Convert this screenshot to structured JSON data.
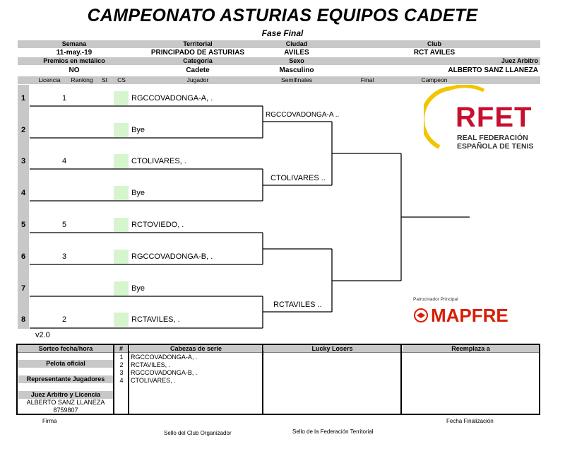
{
  "title": "CAMPEONATO ASTURIAS EQUIPOS CADETE",
  "subtitle": "Fase Final",
  "header": {
    "semana_label": "Semana",
    "semana": "11-may.-19",
    "territorial_label": "Territorial",
    "territorial": "PRINCIPADO DE ASTURIAS",
    "ciudad_label": "Ciudad",
    "ciudad": "AVILES",
    "club_label": "Club",
    "club": "RCT AVILES",
    "premios_label": "Premios en metálico",
    "premios": "NO",
    "categoria_label": "Categoría",
    "categoria": "Cadete",
    "sexo_label": "Sexo",
    "sexo": "Masculino",
    "juez_label": "Juez Arbitro",
    "juez": "ALBERTO SANZ LLANEZA"
  },
  "columns": {
    "licencia": "Licencia",
    "ranking": "Ranking",
    "st": "St",
    "cs": "CS",
    "jugador": "Jugador",
    "semifinales": "Semifinales",
    "final": "Final",
    "campeon": "Campeon"
  },
  "draw": [
    {
      "num": "1",
      "rank": "1",
      "player": "RGCCOVADONGA-A, ."
    },
    {
      "num": "2",
      "rank": "",
      "player": "Bye"
    },
    {
      "num": "3",
      "rank": "4",
      "player": "CTOLIVARES, ."
    },
    {
      "num": "4",
      "rank": "",
      "player": "Bye"
    },
    {
      "num": "5",
      "rank": "5",
      "player": "RCTOVIEDO, ."
    },
    {
      "num": "6",
      "rank": "3",
      "player": "RGCCOVADONGA-B, ."
    },
    {
      "num": "7",
      "rank": "",
      "player": "Bye"
    },
    {
      "num": "8",
      "rank": "2",
      "player": "RCTAVILES, ."
    }
  ],
  "semis": [
    "RGCCOVADONGA-A ..",
    "CTOLIVARES ..",
    "RCTAVILES .."
  ],
  "logo": {
    "rfet": "RFET",
    "rfet_line1": "REAL FEDERACIÓN",
    "rfet_line2": "ESPAÑOLA DE TENIS"
  },
  "sponsor": {
    "label": "Patrocinador Principal",
    "name": "MAPFRE"
  },
  "version": "v2.0",
  "footer": {
    "sorteo_label": "Sorteo fecha/hora",
    "pelota_label": "Pelota oficial",
    "representante_label": "Representante Jugadores",
    "juez_label": "Juez Arbitro y Licencia",
    "juez_name": "ALBERTO SANZ LLANEZA",
    "juez_licencia": "8759807",
    "hash_label": "#",
    "cabezas_label": "Cabezas  de serie",
    "cabezas": [
      {
        "n": "1",
        "name": "RGCCOVADONGA-A, ."
      },
      {
        "n": "2",
        "name": "RCTAVILES, ."
      },
      {
        "n": "3",
        "name": "RGCCOVADONGA-B, ."
      },
      {
        "n": "4",
        "name": "CTOLIVARES, ."
      }
    ],
    "lucky_label": "Lucky Losers",
    "reemplaza_label": "Reemplaza a",
    "firma": "Firma",
    "fecha_fin": "Fecha Finalización",
    "sello_club": "Sello del Club Organizador",
    "sello_fed": "Sello de la Federación Territorial"
  },
  "colors": {
    "header_grey": "#c8c8c8",
    "cs_green": "#d6f5cf",
    "rfet_red": "#c8102e",
    "rfet_yellow": "#f2c500",
    "mapfre_red": "#d81e05"
  }
}
